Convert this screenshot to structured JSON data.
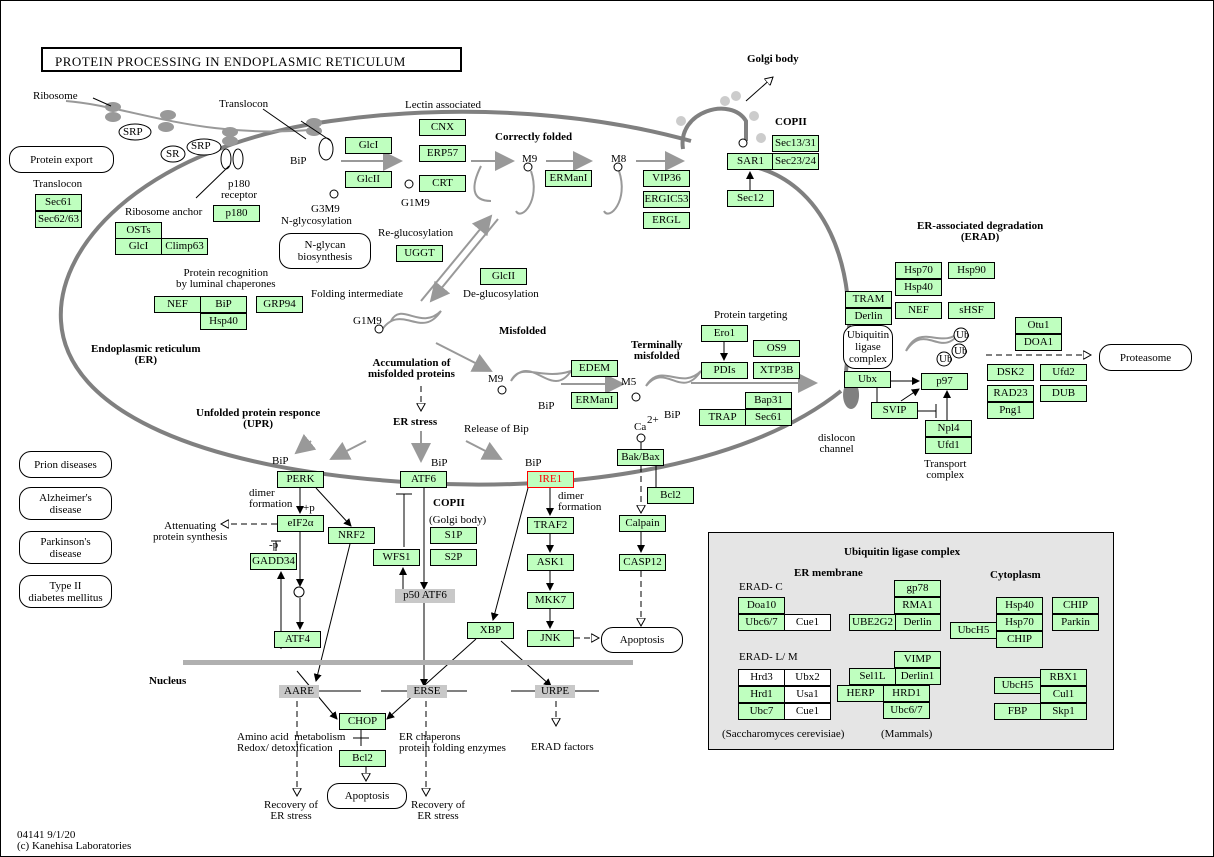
{
  "title": "PROTEIN PROCESSING IN ENDOPLASMIC RETICULUM",
  "colors": {
    "gene_fill": "#bfffbf",
    "highlight": "#ff0000",
    "membrane": "#808080",
    "panel": "#e5e5e5"
  },
  "genes": {
    "sec61": "Sec61",
    "sec62_63": "Sec62/63",
    "osts": "OSTs",
    "glcI_a": "GlcI",
    "climp63": "Climp63",
    "p180": "p180",
    "glcI_b": "GlcI",
    "glcII_a": "GlcII",
    "cnx": "CNX",
    "erp57": "ERP57",
    "crt": "CRT",
    "uggt": "UGGT",
    "glcII_b": "GlcII",
    "ermanI_a": "ERManI",
    "vip36": "VIP36",
    "ergic53": "ERGIC53",
    "ergl": "ERGL",
    "sar1": "SAR1",
    "sec13_31": "Sec13/31",
    "sec23_24": "Sec23/24",
    "sec12": "Sec12",
    "nef_a": "NEF",
    "bip": "BiP",
    "hsp40_a": "Hsp40",
    "grp94": "GRP94",
    "ero1": "Ero1",
    "pdis": "PDIs",
    "os9": "OS9",
    "xtp3b": "XTP3B",
    "edem": "EDEM",
    "ermanI_b": "ERManI",
    "bap31": "Bap31",
    "trap": "TRAP",
    "sec61_b": "Sec61",
    "tram": "TRAM",
    "derlin_a": "Derlin",
    "hsp70_a": "Hsp70",
    "hsp40_b": "Hsp40",
    "hsp90": "Hsp90",
    "nef_b": "NEF",
    "shsf": "sHSF",
    "ubx": "Ubx",
    "p97": "p97",
    "svip": "SVIP",
    "npl4": "Npl4",
    "ufd1": "Ufd1",
    "otu1": "Otu1",
    "doa1": "DOA1",
    "dsk2": "DSK2",
    "ufd2": "Ufd2",
    "rad23": "RAD23",
    "png1": "Png1",
    "dub": "DUB",
    "perk": "PERK",
    "atf6": "ATF6",
    "ire1": "IRE1",
    "bakbax": "Bak/Bax",
    "bcl2_a": "Bcl2",
    "eif2a": "eIF2α",
    "nrf2": "NRF2",
    "gadd34": "GADD34",
    "atf4": "ATF4",
    "wfs1": "WFS1",
    "s1p": "S1P",
    "s2p": "S2P",
    "traf2": "TRAF2",
    "ask1": "ASK1",
    "mkk7": "MKK7",
    "jnk": "JNK",
    "xbp": "XBP",
    "calpain": "Calpain",
    "casp12": "CASP12",
    "chop": "CHOP",
    "bcl2_b": "Bcl2",
    "doa10": "Doa10",
    "ubc67_a": "Ubc6/7",
    "cue1_a": "Cue1",
    "gp78": "gp78",
    "rma1": "RMA1",
    "derlin_b": "Derlin",
    "ube2g2": "UBE2G2",
    "hsp40_c": "Hsp40",
    "hsp70_b": "Hsp70",
    "chip_a": "CHIP",
    "ubch5_a": "UbcH5",
    "chip_b": "CHIP",
    "parkin": "Parkin",
    "hrd3": "Hrd3",
    "ubx2": "Ubx2",
    "hrd1_a": "Hrd1",
    "usa1": "Usa1",
    "ubc7": "Ubc7",
    "cue1_b": "Cue1",
    "vimp": "VIMP",
    "derlin1": "Derlin1",
    "sel1l": "Sel1L",
    "herp": "HERP",
    "hrd1_b": "HRD1",
    "ubc67_b": "Ubc6/7",
    "rbx1": "RBX1",
    "cul1": "Cul1",
    "skp1": "Skp1",
    "fbp": "FBP",
    "ubch5_b": "UbcH5"
  },
  "maps": {
    "protein_export": "Protein export",
    "prion": "Prion diseases",
    "alzheimer": "Alzheimer's\ndisease",
    "parkinson": "Parkinson's\ndisease",
    "diabetes": "Type II\ndiabetes mellitus",
    "nglycan": "N-glycan\nbiosynthesis",
    "ubiquitin_ligase": "Ubiquitin\nligase\ncomplex",
    "proteasome": "Proteasome",
    "apoptosis_a": "Apoptosis",
    "apoptosis_b": "Apoptosis"
  },
  "gray_labels": {
    "p50atf6": "p50 ATF6",
    "aare": "AARE",
    "erse": "ERSE",
    "urpe": "URPE"
  },
  "labels": {
    "ribosome": "Ribosome",
    "translocon_top": "Translocon",
    "srp1": "SRP",
    "srp2": "SRP",
    "sr": "SR",
    "p180_receptor": "p180\nreceptor",
    "translocon_left": "Translocon",
    "ribosome_anchor": "Ribosome anchor",
    "bip_top": "BiP",
    "g3m9": "G3M9",
    "n_glyco": "N-glycosylation",
    "lectin": "Lectin associated",
    "g1m9_a": "G1M9",
    "reglu": "Re-glucosylation",
    "correct": "Correctly folded",
    "m9_a": "M9",
    "m8": "M8",
    "golgi": "Golgi body",
    "copii_top": "COPII",
    "recognition": "Protein recognition\nby luminal chaperones",
    "folding": "Folding intermediate",
    "deglu": "De-glucosylation",
    "g1m9_b": "G1M9",
    "er": "Endoplasmic reticulum\n(ER)",
    "misfolded": "Misfolded",
    "accum": "Accumulation of\nmisfolded proteins",
    "m9_b": "M9",
    "bip_mid": "BiP",
    "terminal": "Terminally\nmisfolded",
    "m5": "M5",
    "bip_m5": "BiP",
    "targeting": "Protein targeting",
    "ca": "Ca",
    "ca2": "2+",
    "erad": "ER-associated degradation\n(ERAD)",
    "dislocon": "dislocon\nchannel",
    "transport": "Transport\ncomplex",
    "ub1": "Ub",
    "ub2": "Ub",
    "ub3": "Ub",
    "upr": "Unfolded protein responce\n(UPR)",
    "er_stress": "ER stress",
    "release": "Release of Bip",
    "bip_perk": "BiP",
    "bip_atf6": "BiP",
    "bip_ire1": "BiP",
    "dimer1": "dimer\nformation",
    "plusp": "+p",
    "attenuating": "Attenuating\nprotein synthesis",
    "minusp": "-p",
    "copii_mid": "COPII",
    "golgi_mid": "(Golgi body)",
    "dimer2": "dimer\nformation",
    "nucleus": "Nucleus",
    "amino": "Amino acid  metabolism\nRedox/ detoxification",
    "er_chap": "ER chaperons\nprotein folding enzymes",
    "erad_factors": "ERAD factors",
    "recovery1": "Recovery of\nER stress",
    "recovery2": "Recovery of\nER stress",
    "ubox_title": "Ubiquitin ligase complex",
    "er_membrane": "ER membrane",
    "cytoplasm": "Cytoplasm",
    "erad_c": "ERAD- C",
    "erad_lm": "ERAD- L/ M",
    "sacch": "(Saccharomyces cerevisiae)",
    "mammals": "(Mammals)",
    "footer": "04141 9/1/20\n(c) Kanehisa Laboratories"
  }
}
